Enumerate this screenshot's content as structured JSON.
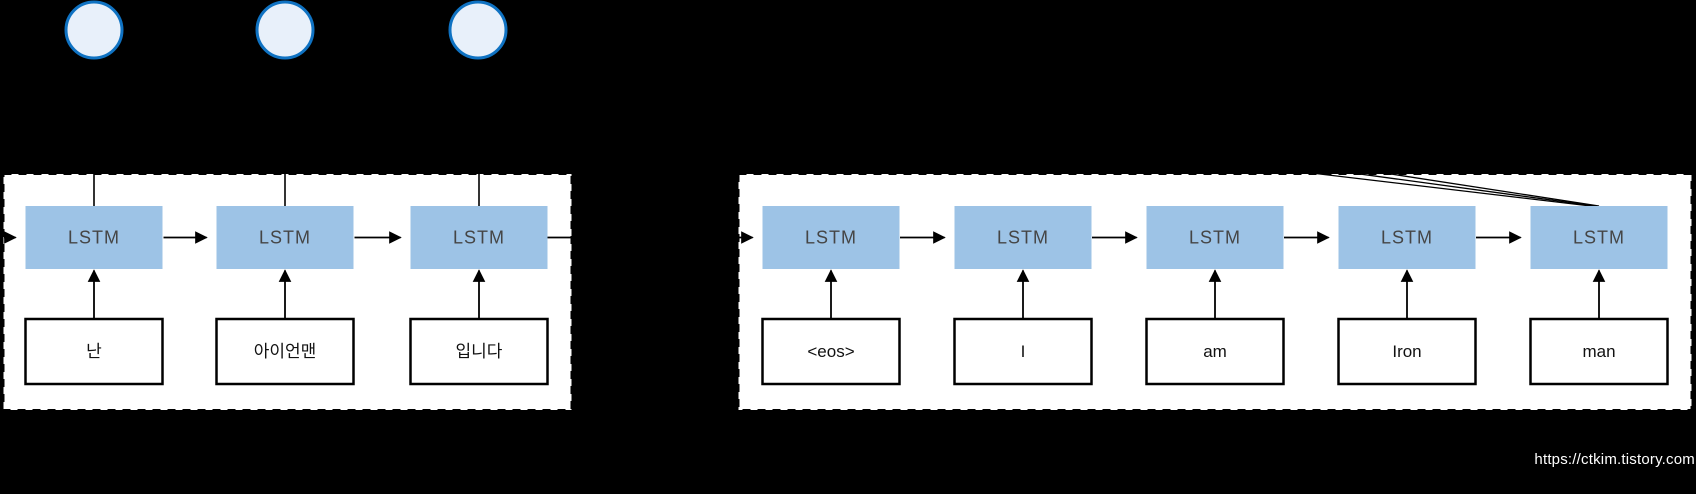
{
  "colors": {
    "background": "#000000",
    "panel_fill": "#ffffff",
    "lstm_fill": "#9dc3e6",
    "lstm_text": "#454545",
    "word_text": "#111111",
    "circle_fill": "#e8f0fa",
    "circle_stroke": "#0f72c2",
    "line": "#000000",
    "watermark_text": "#ffffff"
  },
  "encoder": {
    "cells": [
      {
        "label": "LSTM",
        "input": "난"
      },
      {
        "label": "LSTM",
        "input": "아이언맨"
      },
      {
        "label": "LSTM",
        "input": "입니다"
      }
    ]
  },
  "decoder": {
    "cells": [
      {
        "label": "LSTM",
        "input": "<eos>"
      },
      {
        "label": "LSTM",
        "input": "I"
      },
      {
        "label": "LSTM",
        "input": "am"
      },
      {
        "label": "LSTM",
        "input": "Iron"
      },
      {
        "label": "LSTM",
        "input": "man"
      }
    ]
  },
  "watermark": "https://ctkim.tistory.com"
}
